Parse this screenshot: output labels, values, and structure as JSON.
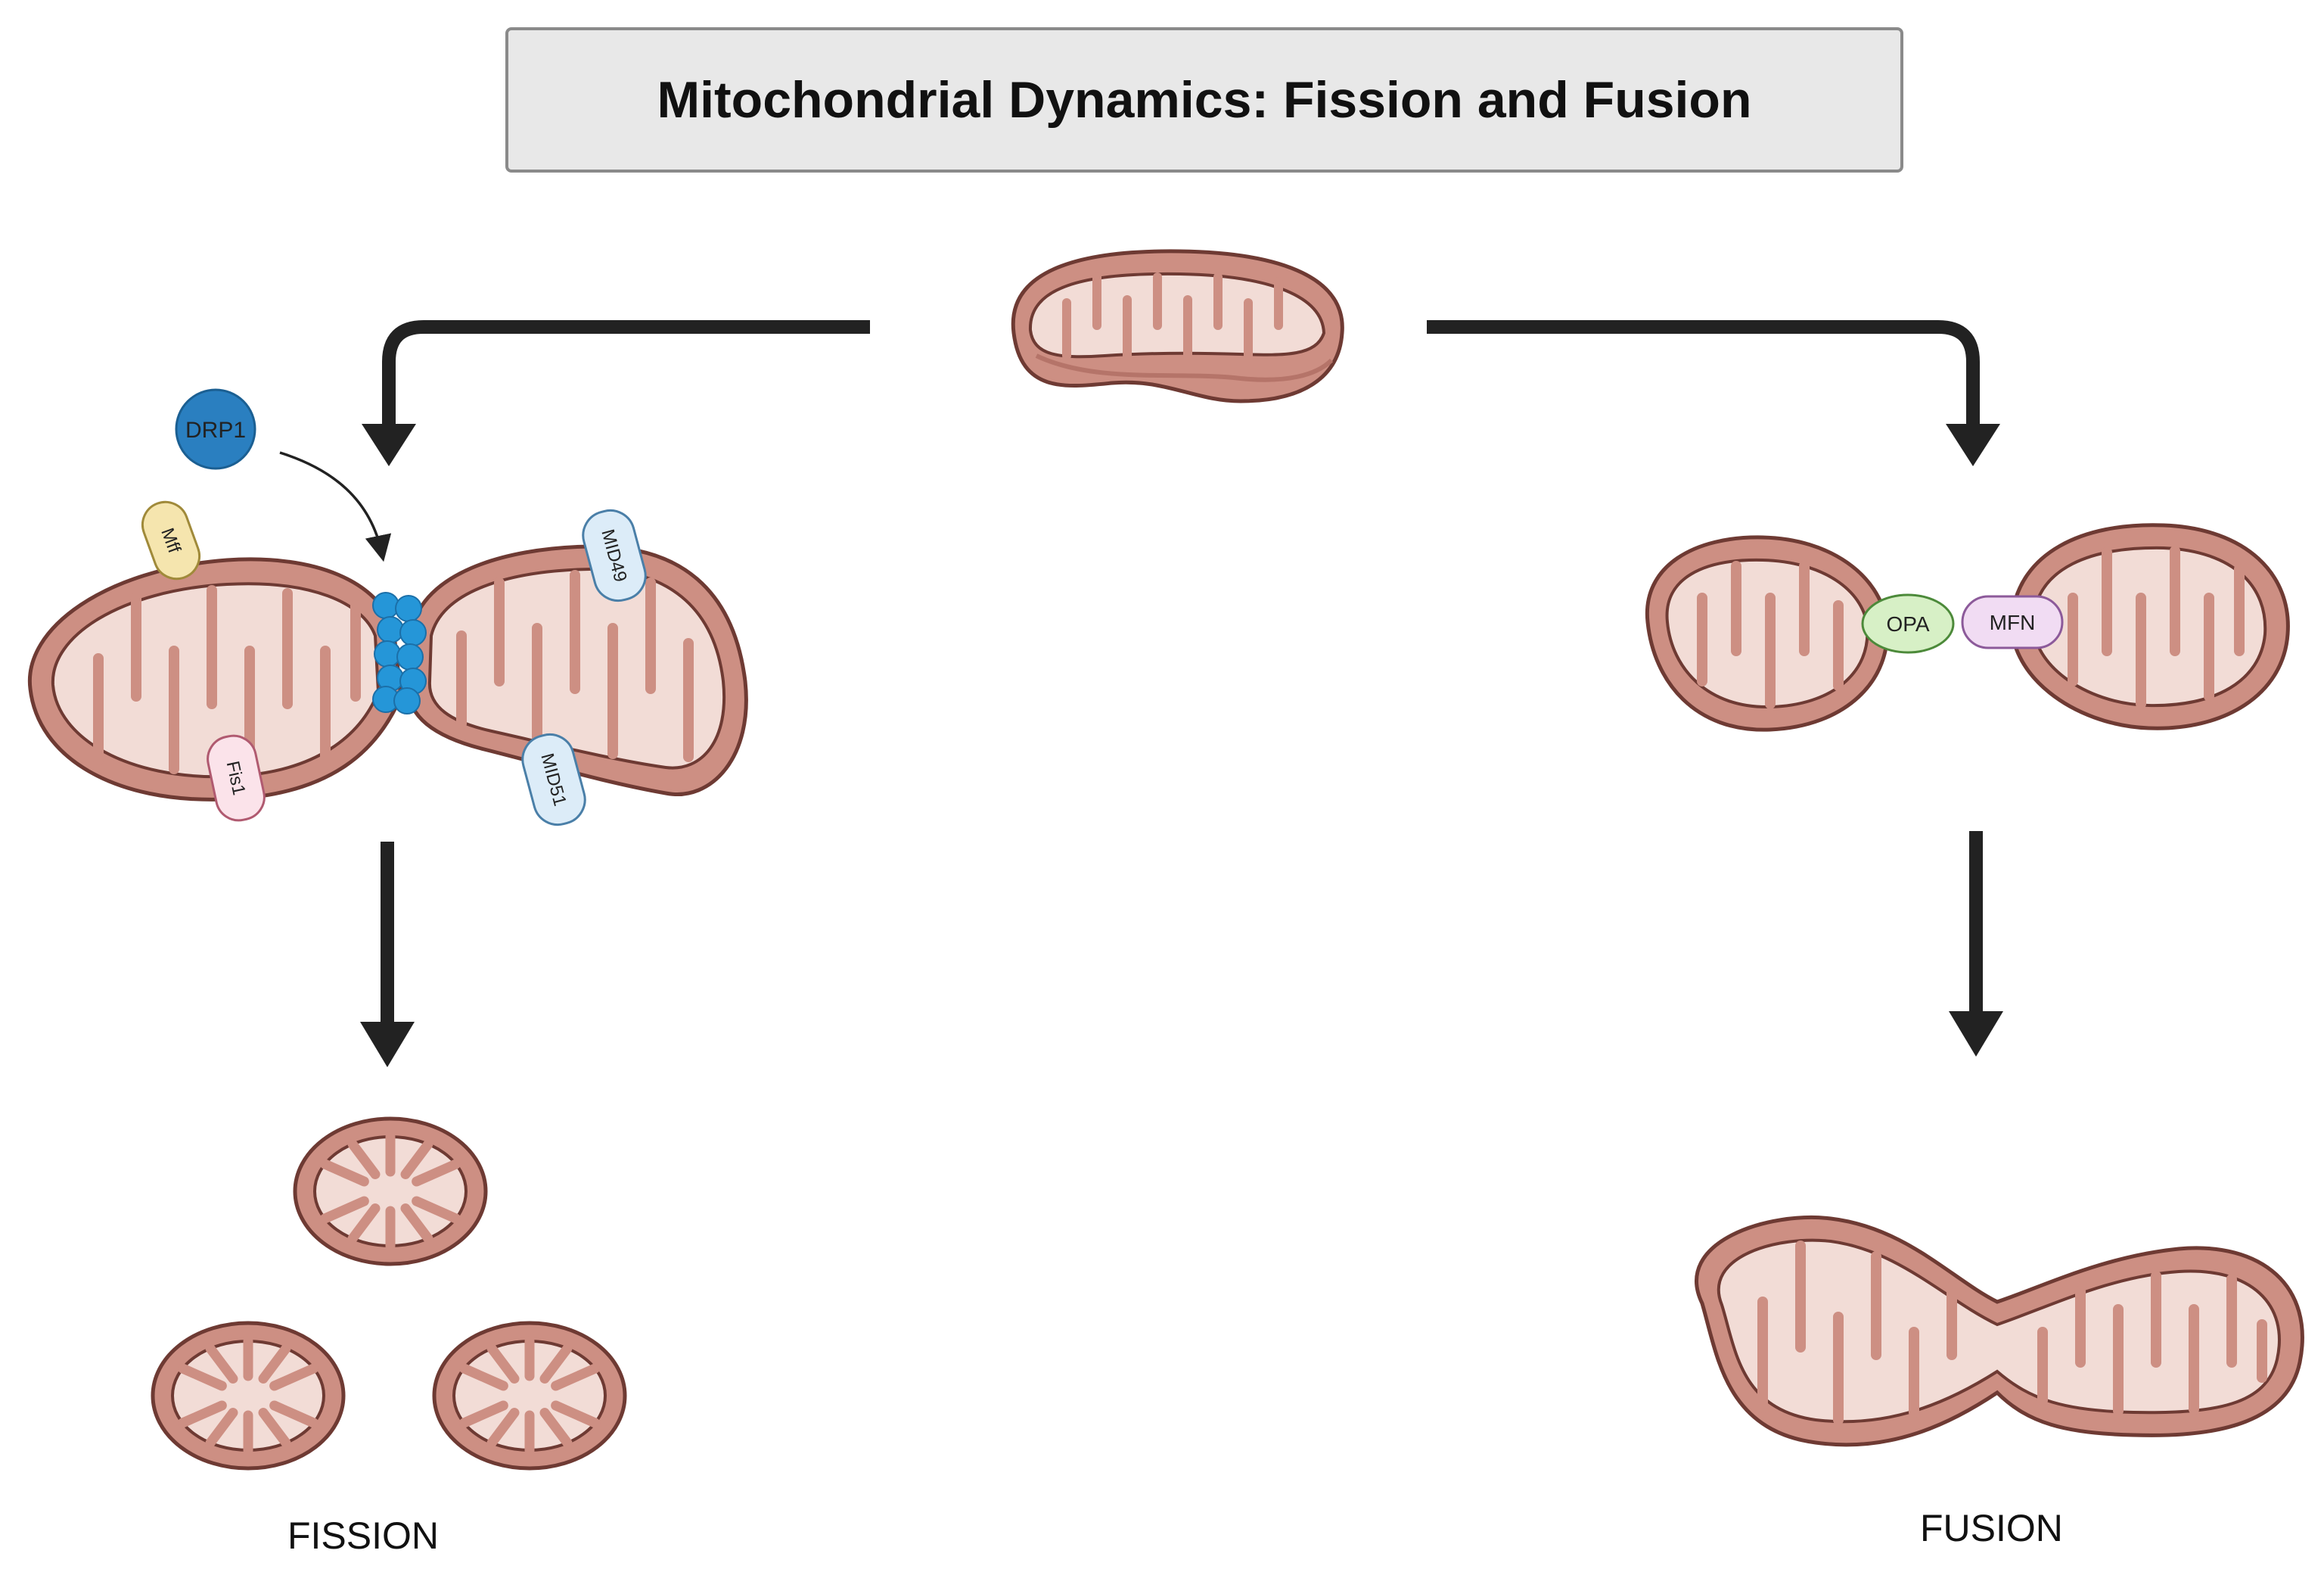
{
  "title": "Mitochondrial Dynamics: Fission and Fusion",
  "fission": {
    "caption": "FISSION",
    "drp1_label": "DRP1",
    "proteins": {
      "mff": "Mff",
      "fis1": "Fis1",
      "mid49": "MID49",
      "mid51": "MID51"
    }
  },
  "fusion": {
    "caption": "FUSION",
    "proteins": {
      "opa": "OPA",
      "mfn": "MFN"
    }
  },
  "colors": {
    "outer_membrane": "#cd8f83",
    "outline": "#6e3a33",
    "matrix": "#f2dcd6",
    "arrow": "#222222",
    "drp1": "#2a7fc0",
    "drp1_cluster": "#2596d8",
    "mff": "#f5e5ae",
    "fis1": "#fbe3ea",
    "mid": "#dcecf8",
    "opa": "#d7f0c6",
    "mfn": "#f1dcf3"
  }
}
